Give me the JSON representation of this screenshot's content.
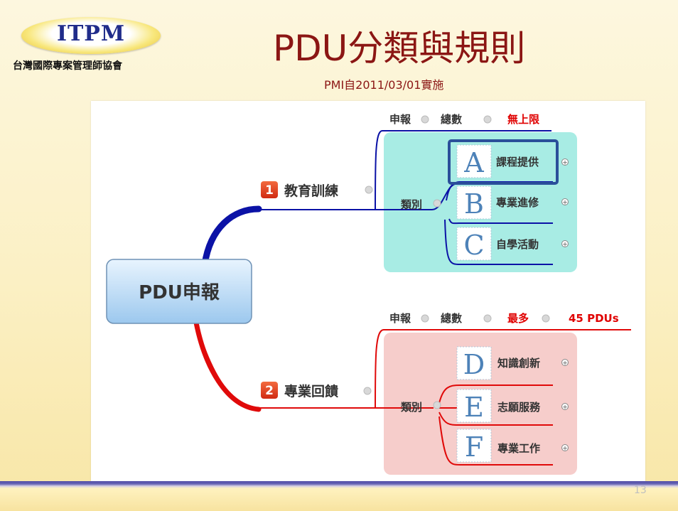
{
  "logo": {
    "text": "ITPM",
    "subtitle": "台灣國際專案管理師協會"
  },
  "slide": {
    "title": "PDU分類與規則",
    "subtitle": "PMI自2011/03/01實施",
    "page_number": "13"
  },
  "root": {
    "label": "PDU申報"
  },
  "branches": [
    {
      "number": "1",
      "label": "教育訓練",
      "report_label": "申報",
      "total_label": "總數",
      "limit": "無上限",
      "extra": "",
      "category_label": "類別",
      "items": [
        {
          "letter": "A",
          "label": "課程提供"
        },
        {
          "letter": "B",
          "label": "專業進修"
        },
        {
          "letter": "C",
          "label": "自學活動"
        }
      ]
    },
    {
      "number": "2",
      "label": "專業回饋",
      "report_label": "申報",
      "total_label": "總數",
      "limit": "最多",
      "extra": "45 PDUs",
      "category_label": "類別",
      "items": [
        {
          "letter": "D",
          "label": "知識創新"
        },
        {
          "letter": "E",
          "label": "志願服務"
        },
        {
          "letter": "F",
          "label": "專業工作"
        }
      ]
    }
  ],
  "colors": {
    "title": "#8b1614",
    "branch1_line": "#0b12a6",
    "branch2_line": "#e00a0a",
    "group1_fill": "#a8ece4",
    "group2_fill": "#f6cdcb",
    "badge": "#e03a1a",
    "highlight": "#e00000",
    "selected_border": "#2a4f9a"
  }
}
